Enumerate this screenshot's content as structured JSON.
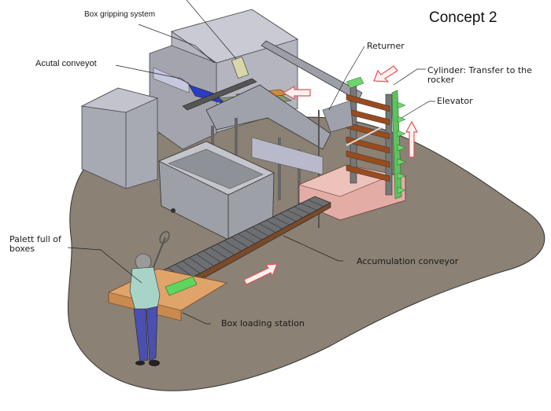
{
  "title": "Concept 2",
  "labels": {
    "box_gripping_system": "Box gripping system",
    "actual_conveyor": "Acutal conveyot",
    "returner": "Returner",
    "cylinder_line1": "Cylinder: Transfer to the",
    "cylinder_line2": "rocker",
    "elevator": "Elevator",
    "palett_line1": "Palett full of",
    "palett_line2": "boxes",
    "accumulation_conveyor": "Accumulation conveyor",
    "box_loading_station": "Box loading station"
  },
  "colors": {
    "floor": "#8b8174",
    "machine_gray": "#a9aab4",
    "frame_gray": "#8a8c96",
    "elevator_green": "#5fc25f",
    "rollers_brown": "#9a4b1e",
    "pink_base": "#e8b4ad",
    "flow_arrow": "#e05555",
    "worker_shirt": "#a8d4c8",
    "worker_pants": "#4a4fb0",
    "pallet_wood": "#e0a36a"
  }
}
